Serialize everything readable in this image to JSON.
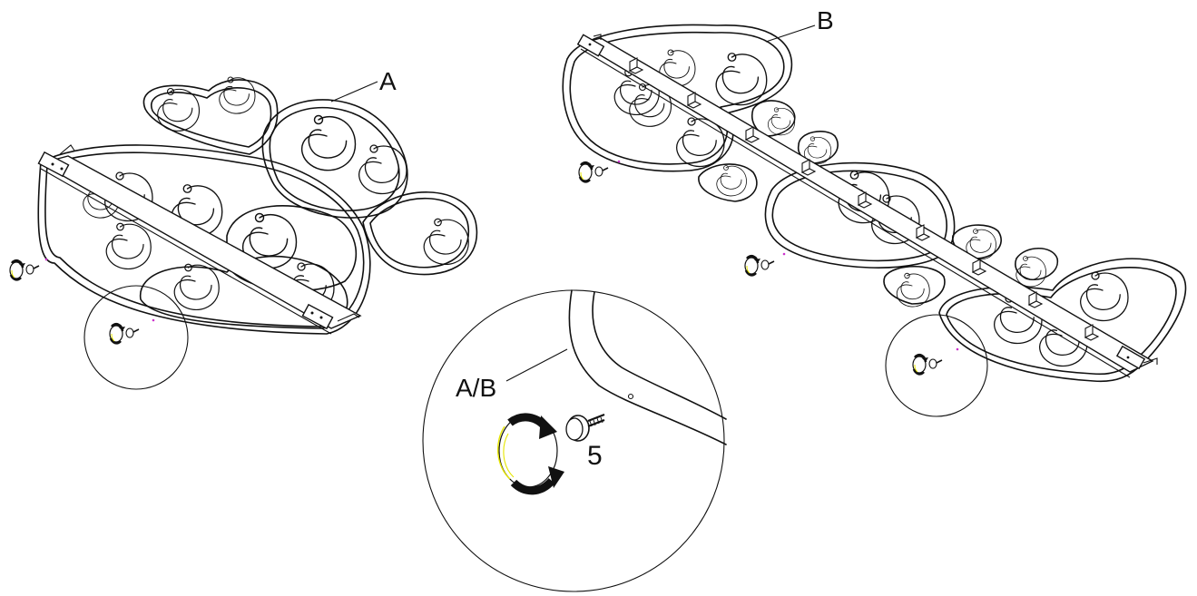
{
  "labels": {
    "part_a": "A",
    "part_b": "B",
    "detail_part": "A/B",
    "detail_item": "5"
  },
  "colors": {
    "line": "#111111",
    "highlight": "#e6e600",
    "marker": "#cc33cc",
    "background": "#ffffff"
  },
  "icons": {
    "rotate": "rotate-arrow-icon",
    "foot": "foot-cap-icon"
  }
}
